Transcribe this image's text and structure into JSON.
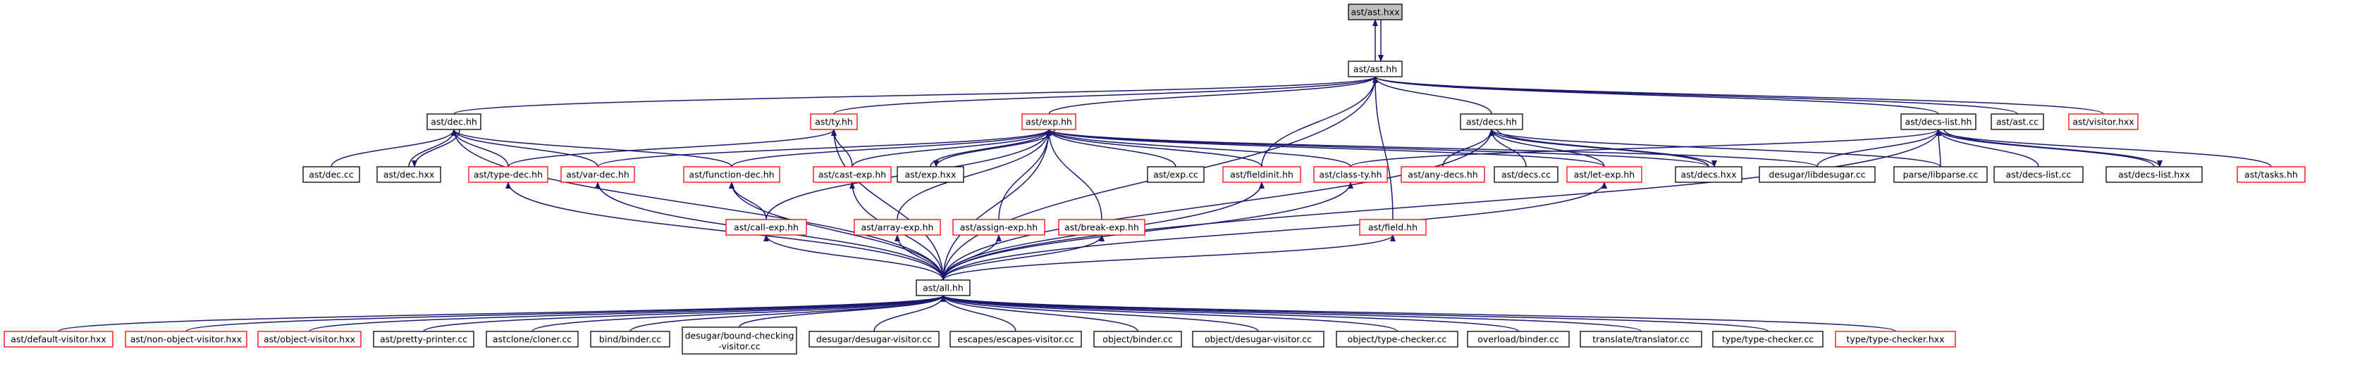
{
  "graph": {
    "colors": {
      "edge": "#191970",
      "linked_border": "#000000",
      "unlinked_border": "#ff0000",
      "root_fill": "#bfbfbf"
    },
    "nodes": [
      {
        "id": "ast_hxx",
        "label": "ast/ast.hxx",
        "kind": "root"
      },
      {
        "id": "ast_hh",
        "label": "ast/ast.hh",
        "kind": "black"
      },
      {
        "id": "dec_hh",
        "label": "ast/dec.hh",
        "kind": "black"
      },
      {
        "id": "ty_hh",
        "label": "ast/ty.hh",
        "kind": "red"
      },
      {
        "id": "exp_hh",
        "label": "ast/exp.hh",
        "kind": "red"
      },
      {
        "id": "decs_hh",
        "label": "ast/decs.hh",
        "kind": "black"
      },
      {
        "id": "decs_list_hh",
        "label": "ast/decs-list.hh",
        "kind": "black"
      },
      {
        "id": "ast_cc",
        "label": "ast/ast.cc",
        "kind": "black"
      },
      {
        "id": "visitor_hxx",
        "label": "ast/visitor.hxx",
        "kind": "red"
      },
      {
        "id": "dec_cc",
        "label": "ast/dec.cc",
        "kind": "black"
      },
      {
        "id": "dec_hxx",
        "label": "ast/dec.hxx",
        "kind": "black"
      },
      {
        "id": "type_dec_hh",
        "label": "ast/type-dec.hh",
        "kind": "red"
      },
      {
        "id": "var_dec_hh",
        "label": "ast/var-dec.hh",
        "kind": "red"
      },
      {
        "id": "function_dec_hh",
        "label": "ast/function-dec.hh",
        "kind": "red"
      },
      {
        "id": "cast_exp_hh",
        "label": "ast/cast-exp.hh",
        "kind": "red"
      },
      {
        "id": "exp_hxx",
        "label": "ast/exp.hxx",
        "kind": "black"
      },
      {
        "id": "exp_cc",
        "label": "ast/exp.cc",
        "kind": "black"
      },
      {
        "id": "fieldinit_hh",
        "label": "ast/fieldinit.hh",
        "kind": "red"
      },
      {
        "id": "class_ty_hh",
        "label": "ast/class-ty.hh",
        "kind": "red"
      },
      {
        "id": "any_decs_hh",
        "label": "ast/any-decs.hh",
        "kind": "red"
      },
      {
        "id": "decs_cc",
        "label": "ast/decs.cc",
        "kind": "black"
      },
      {
        "id": "let_exp_hh",
        "label": "ast/let-exp.hh",
        "kind": "red"
      },
      {
        "id": "decs_hxx",
        "label": "ast/decs.hxx",
        "kind": "black"
      },
      {
        "id": "libdesugar_cc",
        "label": "desugar/libdesugar.cc",
        "kind": "black"
      },
      {
        "id": "libparse_cc",
        "label": "parse/libparse.cc",
        "kind": "black"
      },
      {
        "id": "decs_list_cc",
        "label": "ast/decs-list.cc",
        "kind": "black"
      },
      {
        "id": "decs_list_hxx",
        "label": "ast/decs-list.hxx",
        "kind": "black"
      },
      {
        "id": "tasks_hh",
        "label": "ast/tasks.hh",
        "kind": "red"
      },
      {
        "id": "call_exp_hh",
        "label": "ast/call-exp.hh",
        "kind": "red"
      },
      {
        "id": "array_exp_hh",
        "label": "ast/array-exp.hh",
        "kind": "red"
      },
      {
        "id": "assign_exp_hh",
        "label": "ast/assign-exp.hh",
        "kind": "red"
      },
      {
        "id": "break_exp_hh",
        "label": "ast/break-exp.hh",
        "kind": "red"
      },
      {
        "id": "field_hh",
        "label": "ast/field.hh",
        "kind": "red"
      },
      {
        "id": "all_hh",
        "label": "ast/all.hh",
        "kind": "black"
      },
      {
        "id": "default_visitor_hxx",
        "label": "ast/default-visitor.hxx",
        "kind": "red"
      },
      {
        "id": "non_object_visitor_hxx",
        "label": "ast/non-object-visitor.hxx",
        "kind": "red"
      },
      {
        "id": "object_visitor_hxx",
        "label": "ast/object-visitor.hxx",
        "kind": "red"
      },
      {
        "id": "pretty_printer_cc",
        "label": "ast/pretty-printer.cc",
        "kind": "black"
      },
      {
        "id": "cloner_cc",
        "label": "astclone/cloner.cc",
        "kind": "black"
      },
      {
        "id": "binder_cc",
        "label": "bind/binder.cc",
        "kind": "black"
      },
      {
        "id": "bounds_checking_visitor_cc",
        "label": "desugar/bound-checking\n-visitor.cc",
        "kind": "black"
      },
      {
        "id": "desugar_visitor_cc",
        "label": "desugar/desugar-visitor.cc",
        "kind": "black"
      },
      {
        "id": "escapes_visitor_cc",
        "label": "escapes/escapes-visitor.cc",
        "kind": "black"
      },
      {
        "id": "object_binder_cc",
        "label": "object/binder.cc",
        "kind": "black"
      },
      {
        "id": "object_desugar_visitor_cc",
        "label": "object/desugar-visitor.cc",
        "kind": "black"
      },
      {
        "id": "object_type_checker_cc",
        "label": "object/type-checker.cc",
        "kind": "black"
      },
      {
        "id": "overload_binder_cc",
        "label": "overload/binder.cc",
        "kind": "black"
      },
      {
        "id": "translator_cc",
        "label": "translate/translator.cc",
        "kind": "black"
      },
      {
        "id": "type_checker_cc",
        "label": "type/type-checker.cc",
        "kind": "black"
      },
      {
        "id": "type_checker_hxx",
        "label": "type/type-checker.hxx",
        "kind": "red"
      }
    ],
    "edges": [
      [
        "ast_hxx",
        "ast_hh"
      ],
      [
        "ast_hh",
        "ast_hxx"
      ],
      [
        "ast_hh",
        "dec_hh"
      ],
      [
        "ast_hh",
        "ty_hh"
      ],
      [
        "ast_hh",
        "exp_hh"
      ],
      [
        "ast_hh",
        "decs_hh"
      ],
      [
        "ast_hh",
        "decs_list_hh"
      ],
      [
        "ast_hh",
        "ast_cc"
      ],
      [
        "ast_hh",
        "visitor_hxx"
      ],
      [
        "ast_hh",
        "fieldinit_hh"
      ],
      [
        "ast_hh",
        "field_hh"
      ],
      [
        "ast_hh",
        "all_hh"
      ],
      [
        "dec_hh",
        "dec_cc"
      ],
      [
        "dec_hh",
        "dec_hxx"
      ],
      [
        "dec_hxx",
        "dec_hh"
      ],
      [
        "dec_hh",
        "type_dec_hh"
      ],
      [
        "dec_hh",
        "var_dec_hh"
      ],
      [
        "dec_hh",
        "function_dec_hh"
      ],
      [
        "dec_hh",
        "all_hh"
      ],
      [
        "ty_hh",
        "type_dec_hh"
      ],
      [
        "ty_hh",
        "cast_exp_hh"
      ],
      [
        "ty_hh",
        "all_hh"
      ],
      [
        "exp_hh",
        "var_dec_hh"
      ],
      [
        "exp_hh",
        "function_dec_hh"
      ],
      [
        "exp_hh",
        "cast_exp_hh"
      ],
      [
        "exp_hh",
        "exp_hxx"
      ],
      [
        "exp_hxx",
        "exp_hh"
      ],
      [
        "exp_hh",
        "exp_cc"
      ],
      [
        "exp_hh",
        "fieldinit_hh"
      ],
      [
        "exp_hh",
        "class_ty_hh"
      ],
      [
        "exp_hh",
        "let_exp_hh"
      ],
      [
        "exp_hh",
        "decs_hxx"
      ],
      [
        "exp_hh",
        "libdesugar_cc"
      ],
      [
        "exp_hh",
        "call_exp_hh"
      ],
      [
        "exp_hh",
        "array_exp_hh"
      ],
      [
        "exp_hh",
        "assign_exp_hh"
      ],
      [
        "exp_hh",
        "break_exp_hh"
      ],
      [
        "exp_hh",
        "all_hh"
      ],
      [
        "decs_hh",
        "any_decs_hh"
      ],
      [
        "decs_hh",
        "decs_cc"
      ],
      [
        "decs_hh",
        "let_exp_hh"
      ],
      [
        "decs_hh",
        "decs_hxx"
      ],
      [
        "decs_hxx",
        "decs_hh"
      ],
      [
        "decs_hh",
        "libparse_cc"
      ],
      [
        "decs_hh",
        "all_hh"
      ],
      [
        "decs_list_hh",
        "libdesugar_cc"
      ],
      [
        "decs_list_hh",
        "libparse_cc"
      ],
      [
        "decs_list_hh",
        "decs_list_cc"
      ],
      [
        "decs_list_hh",
        "decs_list_hxx"
      ],
      [
        "decs_list_hxx",
        "decs_list_hh"
      ],
      [
        "decs_list_hh",
        "tasks_hh"
      ],
      [
        "decs_list_hh",
        "class_ty_hh"
      ],
      [
        "decs_list_hh",
        "all_hh"
      ],
      [
        "function_dec_hh",
        "call_exp_hh"
      ],
      [
        "type_dec_hh",
        "all_hh"
      ],
      [
        "var_dec_hh",
        "all_hh"
      ],
      [
        "function_dec_hh",
        "all_hh"
      ],
      [
        "cast_exp_hh",
        "all_hh"
      ],
      [
        "fieldinit_hh",
        "all_hh"
      ],
      [
        "class_ty_hh",
        "all_hh"
      ],
      [
        "let_exp_hh",
        "all_hh"
      ],
      [
        "call_exp_hh",
        "all_hh"
      ],
      [
        "array_exp_hh",
        "all_hh"
      ],
      [
        "assign_exp_hh",
        "all_hh"
      ],
      [
        "break_exp_hh",
        "all_hh"
      ],
      [
        "field_hh",
        "all_hh"
      ],
      [
        "all_hh",
        "default_visitor_hxx"
      ],
      [
        "all_hh",
        "non_object_visitor_hxx"
      ],
      [
        "all_hh",
        "object_visitor_hxx"
      ],
      [
        "all_hh",
        "pretty_printer_cc"
      ],
      [
        "all_hh",
        "cloner_cc"
      ],
      [
        "all_hh",
        "binder_cc"
      ],
      [
        "all_hh",
        "bounds_checking_visitor_cc"
      ],
      [
        "all_hh",
        "desugar_visitor_cc"
      ],
      [
        "all_hh",
        "escapes_visitor_cc"
      ],
      [
        "all_hh",
        "object_binder_cc"
      ],
      [
        "all_hh",
        "object_desugar_visitor_cc"
      ],
      [
        "all_hh",
        "object_type_checker_cc"
      ],
      [
        "all_hh",
        "overload_binder_cc"
      ],
      [
        "all_hh",
        "translator_cc"
      ],
      [
        "all_hh",
        "type_checker_cc"
      ],
      [
        "all_hh",
        "type_checker_hxx"
      ]
    ]
  }
}
